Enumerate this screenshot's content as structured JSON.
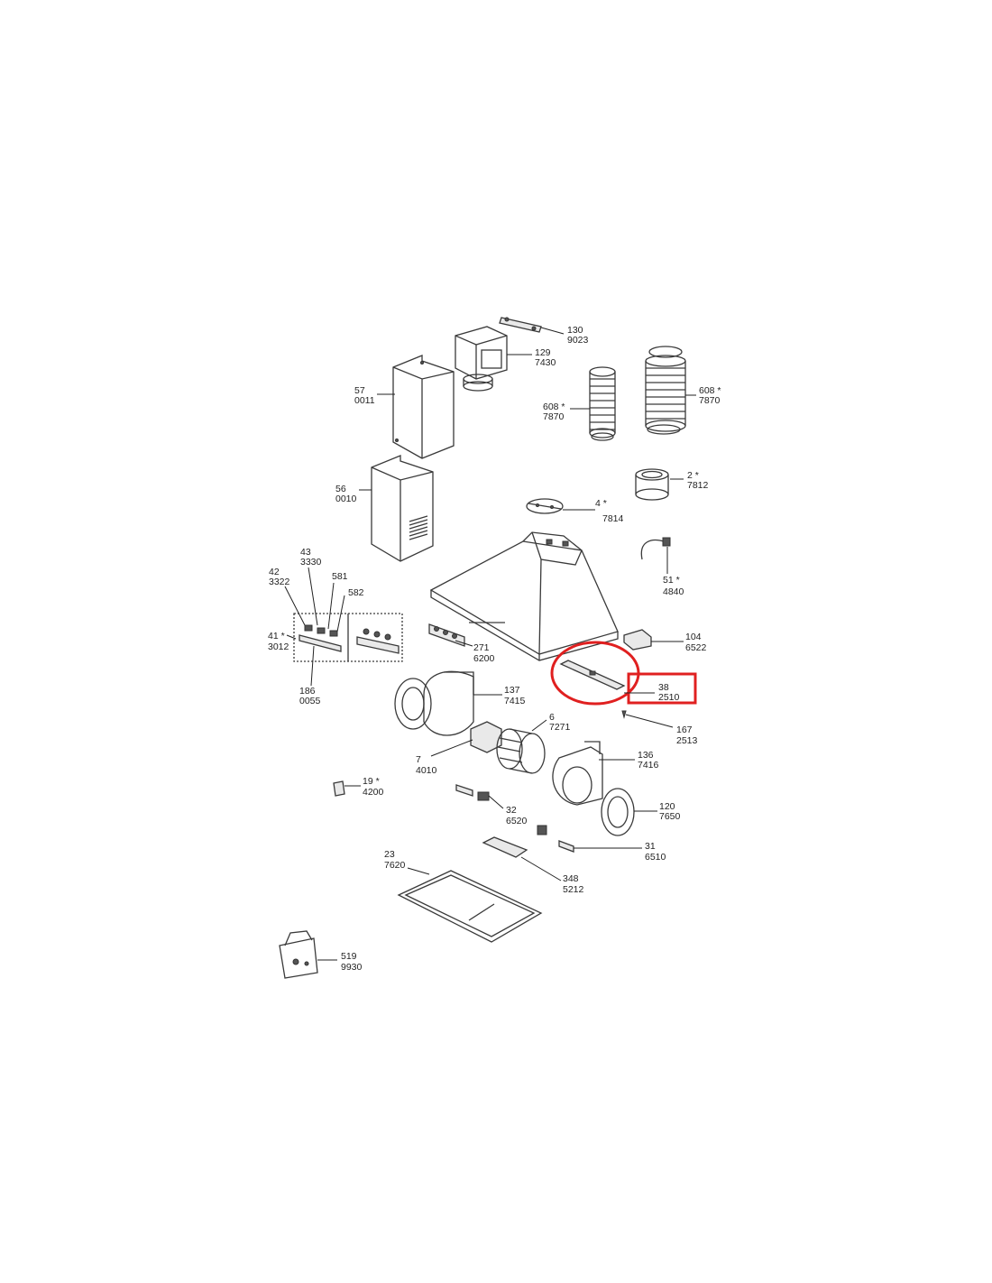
{
  "colors": {
    "highlight": "#e02020",
    "line": "#3a3a3a",
    "text": "#222222"
  },
  "callouts": [
    {
      "id": "130",
      "ref": "130",
      "code": "9023"
    },
    {
      "id": "129",
      "ref": "129",
      "code": "7430"
    },
    {
      "id": "57",
      "ref": "57",
      "code": "0011"
    },
    {
      "id": "608a",
      "ref": "608 *",
      "code": "7870"
    },
    {
      "id": "608b",
      "ref": "608 *",
      "code": "7870"
    },
    {
      "id": "2",
      "ref": "2 *",
      "code": "7812"
    },
    {
      "id": "56",
      "ref": "56",
      "code": "0010"
    },
    {
      "id": "4",
      "ref": "4 *",
      "code": "7814"
    },
    {
      "id": "51",
      "ref": "51 *",
      "code": "4840"
    },
    {
      "id": "43",
      "ref": "43",
      "code": "3330"
    },
    {
      "id": "42",
      "ref": "42",
      "code": "3322"
    },
    {
      "id": "581",
      "ref": "581",
      "code": ""
    },
    {
      "id": "582",
      "ref": "582",
      "code": ""
    },
    {
      "id": "41",
      "ref": "41 *",
      "code": "3012"
    },
    {
      "id": "271",
      "ref": "271",
      "code": "6200"
    },
    {
      "id": "104",
      "ref": "104",
      "code": "6522"
    },
    {
      "id": "186",
      "ref": "186",
      "code": "0055"
    },
    {
      "id": "137",
      "ref": "137",
      "code": "7415"
    },
    {
      "id": "38",
      "ref": "38",
      "code": "2510"
    },
    {
      "id": "167",
      "ref": "167",
      "code": "2513"
    },
    {
      "id": "6",
      "ref": "6",
      "code": "7271"
    },
    {
      "id": "7",
      "ref": "7",
      "code": "4010"
    },
    {
      "id": "136",
      "ref": "136",
      "code": "7416"
    },
    {
      "id": "19",
      "ref": "19 *",
      "code": "4200"
    },
    {
      "id": "32",
      "ref": "32",
      "code": "6520"
    },
    {
      "id": "120",
      "ref": "120",
      "code": "7650"
    },
    {
      "id": "31",
      "ref": "31",
      "code": "6510"
    },
    {
      "id": "23",
      "ref": "23",
      "code": "7620"
    },
    {
      "id": "348",
      "ref": "348",
      "code": "5212"
    },
    {
      "id": "519",
      "ref": "519",
      "code": "9930"
    }
  ]
}
